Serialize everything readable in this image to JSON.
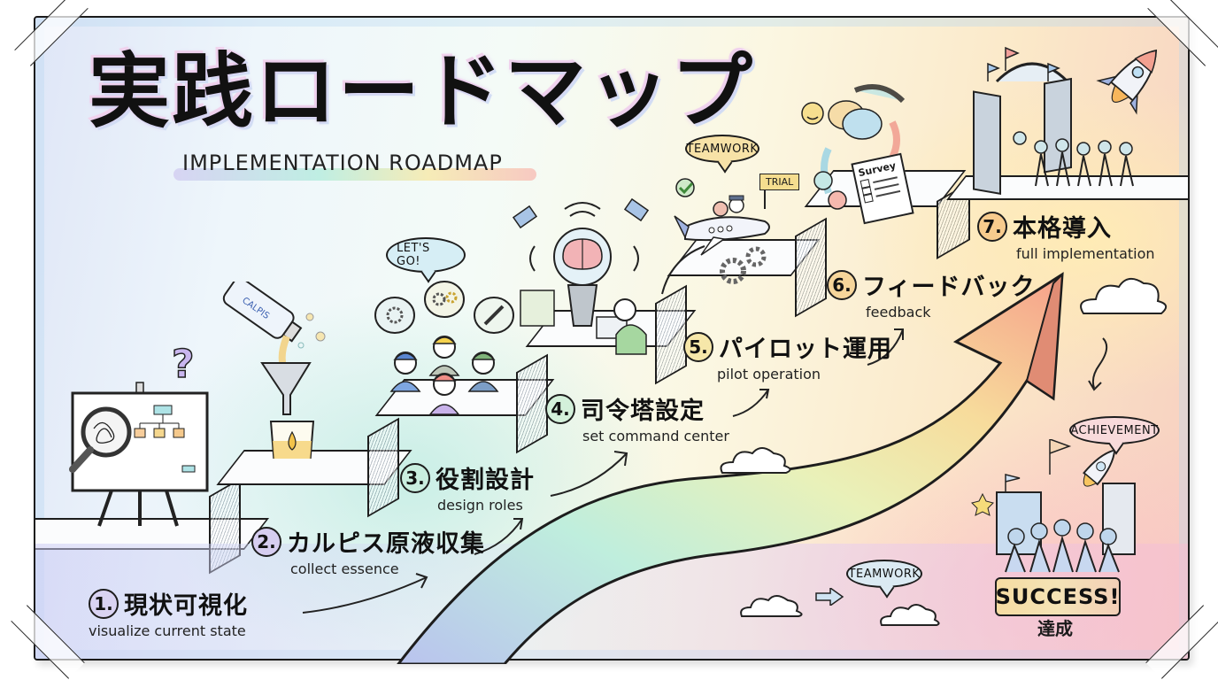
{
  "title": {
    "main": "実践ロードマップ",
    "subtitle": "IMPLEMENTATION ROADMAP"
  },
  "steps": [
    {
      "number": "1.",
      "label_ja": "現状可視化",
      "label_en": "visualize current state",
      "color": "#d9d3f2"
    },
    {
      "number": "2.",
      "label_ja": "カルピス原液収集",
      "label_en": "collect essence",
      "color": "#d6cdf0"
    },
    {
      "number": "3.",
      "label_ja": "役割設計",
      "label_en": "design roles",
      "color": "#c9eedf"
    },
    {
      "number": "4.",
      "label_ja": "司令塔設定",
      "label_en": "set command center",
      "color": "#d3f0da"
    },
    {
      "number": "5.",
      "label_ja": "パイロット運用",
      "label_en": "pilot operation",
      "color": "#f6e7a9"
    },
    {
      "number": "6.",
      "label_ja": "フィードバック",
      "label_en": "feedback",
      "color": "#f6d59a"
    },
    {
      "number": "7.",
      "label_ja": "本格導入",
      "label_en": "full implementation",
      "color": "#f7cb8d"
    }
  ],
  "illustrations": {
    "bubble_lets_go": "LET'S GO!",
    "bubble_teamwork_top": "TEAMWORK",
    "flag_trial": "TRIAL",
    "survey_title": "Survey",
    "bubble_teamwork_bottom": "TEAMWORK",
    "bubble_achievement": "ACHIEVEMENT",
    "success_banner": "SUCCESS!",
    "success_ja": "達成",
    "bottle_label": "CALPIS"
  },
  "colors": {
    "outline": "#1d1d1d",
    "arrow_start": "#b9c8ef",
    "arrow_mid": "#bfeedd",
    "arrow_yellow": "#f7e7a6",
    "arrow_end": "#f6a88c"
  }
}
